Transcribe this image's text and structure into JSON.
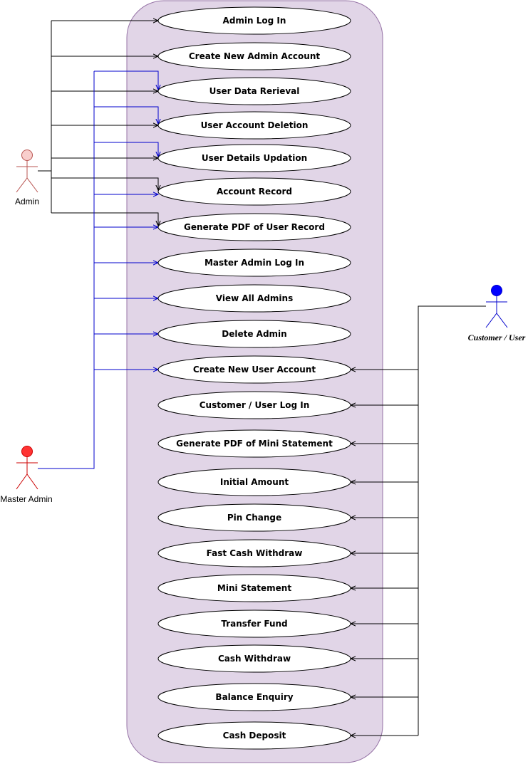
{
  "colors": {
    "boundary_fill": "#e1d5e7",
    "boundary_stroke": "#9673a6",
    "admin_actor": "#f8cecc",
    "admin_stroke": "#b85450",
    "master_actor": "#ff3333",
    "master_stroke": "#cc0000",
    "customer_actor": "#0000ff",
    "customer_stroke": "#0000cc",
    "admin_line": "#000000",
    "master_line": "#0000cc",
    "customer_line": "#000000"
  },
  "actors": {
    "admin": {
      "label": "Admin"
    },
    "master_admin": {
      "label": "Master Admin"
    },
    "customer": {
      "label": "Customer / User"
    }
  },
  "use_cases": [
    "Admin Log In",
    "Create New Admin Account",
    "User Data Rerieval",
    "User Account Deletion",
    "User Details Updation",
    "Account Record",
    "Generate PDF of User Record",
    "Master Admin Log In",
    "View All Admins",
    "Delete Admin",
    "Create New User Account",
    "Customer / User Log In",
    "Generate PDF of Mini Statement",
    "Initial Amount",
    "Pin Change",
    "Fast Cash Withdraw",
    "Mini Statement",
    "Transfer Fund",
    "Cash Withdraw",
    "Balance Enquiry",
    "Cash Deposit"
  ],
  "associations": {
    "admin": [
      "Admin Log In",
      "Create New Admin Account",
      "User Data Rerieval",
      "User Account Deletion",
      "User Details Updation",
      "Account Record",
      "Generate PDF of User Record"
    ],
    "master_admin": [
      "User Data Rerieval",
      "User Account Deletion",
      "User Details Updation",
      "Account Record",
      "Generate PDF of User Record",
      "Master Admin Log In",
      "View All Admins",
      "Delete Admin",
      "Create New User Account"
    ],
    "customer": [
      "Create New User Account",
      "Customer / User Log In",
      "Generate PDF of Mini Statement",
      "Initial Amount",
      "Pin Change",
      "Fast Cash Withdraw",
      "Mini Statement",
      "Transfer Fund",
      "Cash Withdraw",
      "Balance Enquiry",
      "Cash Deposit"
    ]
  }
}
